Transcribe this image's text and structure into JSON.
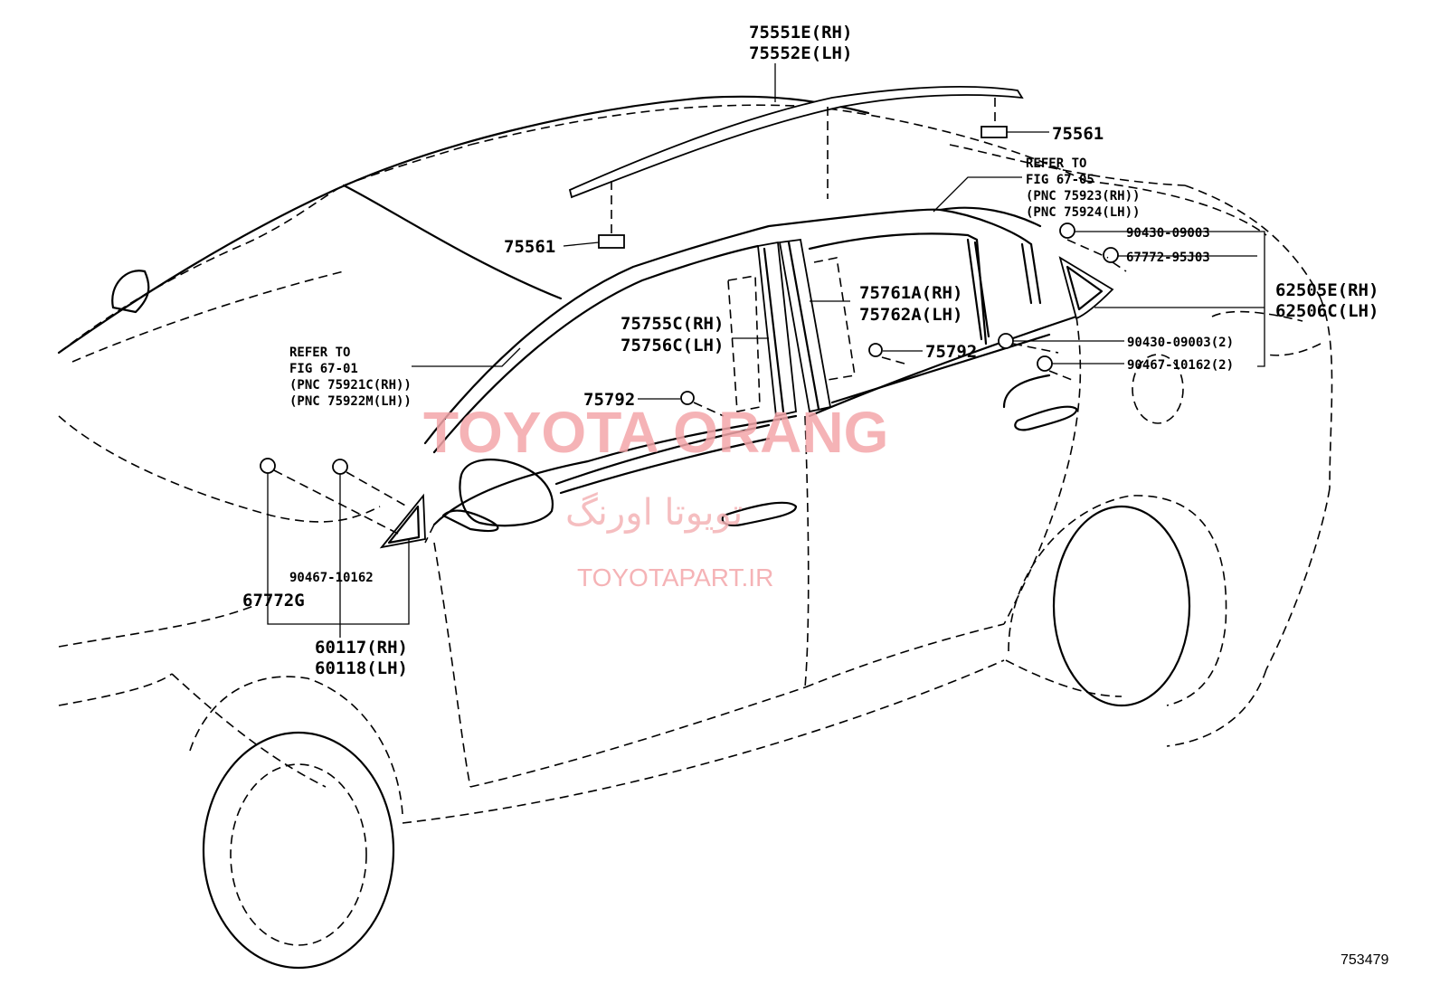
{
  "labels": {
    "roof_molding": [
      "75551E(RH)",
      "75552E(LH)"
    ],
    "clip_rear": "75561",
    "clip_front": "75561",
    "refer_rear": [
      "REFER TO",
      "FIG 67-05",
      "(PNC 75923(RH))",
      "(PNC 75924(LH))"
    ],
    "bolt_a": "90430-09003",
    "clip_b": "67772-95J03",
    "quarter_window": [
      "62505E(RH)",
      "62506C(LH)"
    ],
    "bolt_c": "90430-09003(2)",
    "clip_d": "90467-10162(2)",
    "pillar_rear": [
      "75761A(RH)",
      "75762A(LH)"
    ],
    "pillar_front": [
      "75755C(RH)",
      "75756C(LH)"
    ],
    "clip_e": "75792",
    "clip_f": "75792",
    "refer_front": [
      "REFER TO",
      "FIG 67-01",
      "(PNC 75921C(RH))",
      "(PNC 75922M(LH))"
    ],
    "clip_g": "90467-10162",
    "clip_h": "67772G",
    "corner_cover": [
      "60117(RH)",
      "60118(LH)"
    ]
  },
  "watermark": {
    "main": "TOYOTA ORANG",
    "farsi": "تویوتا اورنگ",
    "url": "TOYOTAPART.IR"
  },
  "figure_ref": "753479",
  "colors": {
    "watermark": "#f4a6aa",
    "line": "#000000"
  }
}
